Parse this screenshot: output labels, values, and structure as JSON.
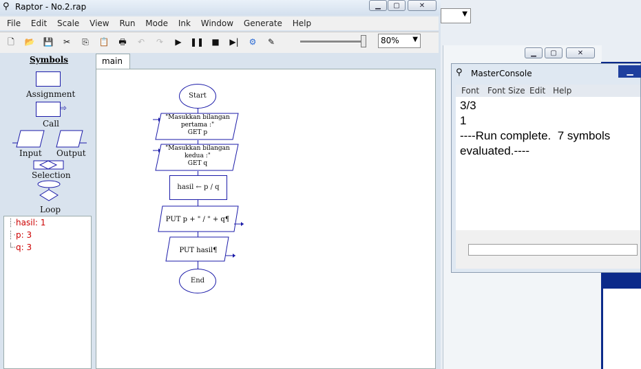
{
  "raptor": {
    "title": "Raptor - No.2.rap",
    "menu": [
      "File",
      "Edit",
      "Scale",
      "View",
      "Run",
      "Mode",
      "Ink",
      "Window",
      "Generate",
      "Help"
    ],
    "zoom": "80%",
    "symbols_heading": "Symbols",
    "symbols": {
      "assignment": "Assignment",
      "call": "Call",
      "input": "Input",
      "output": "Output",
      "selection": "Selection",
      "loop": "Loop"
    },
    "variables": [
      "hasil: 1",
      "p: 3",
      "q: 3"
    ],
    "tab": "main",
    "flow": {
      "start": "Start",
      "input1_l1": "\"Masukkan bilangan",
      "input1_l2": "pertama :\"",
      "input1_l3": "GET p",
      "input2_l1": "\"Masukkan bilangan",
      "input2_l2": "kedua :\"",
      "input2_l3": "GET q",
      "assign": "hasil ← p / q",
      "put1": "PUT p + \" / \" + q¶",
      "put2": "PUT hasil¶",
      "end": "End"
    }
  },
  "console": {
    "title": "MasterConsole",
    "menu": [
      "Font",
      "Font Size",
      "Edit",
      "Help"
    ],
    "lines": [
      "3/3",
      "1",
      "----Run complete.  7 symbols",
      "evaluated.----"
    ]
  },
  "colors": {
    "accent": "#1a1aa8",
    "var_text": "#cc0000",
    "dark_blue": "#0b2a8a"
  }
}
